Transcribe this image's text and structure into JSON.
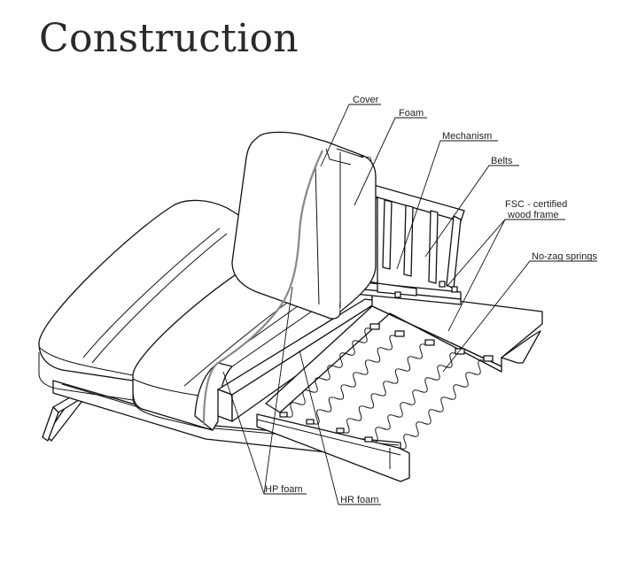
{
  "title": "Construction",
  "labels": {
    "cover": "Cover",
    "foam": "Foam",
    "mechanism": "Mechanism",
    "belts": "Belts",
    "frame_line1": "FSC - certified",
    "frame_line2": "wood frame",
    "springs": "No-zag springs",
    "hp_foam": "HP foam",
    "hr_foam": "HR foam"
  }
}
